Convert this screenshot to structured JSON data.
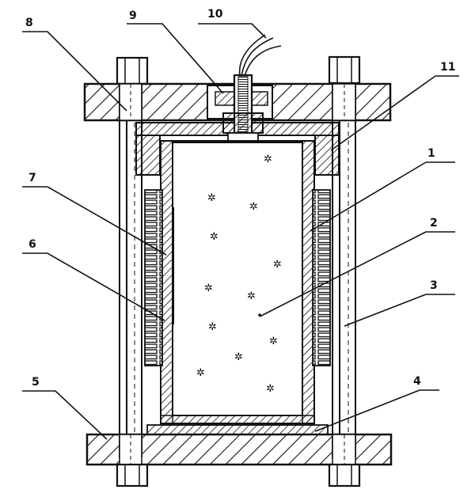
{
  "diagram": {
    "colors": {
      "ink": "#111111",
      "paper": "#ffffff"
    },
    "callouts": [
      {
        "id": "callout-1",
        "label": "1"
      },
      {
        "id": "callout-2",
        "label": "2"
      },
      {
        "id": "callout-3",
        "label": "3"
      },
      {
        "id": "callout-4",
        "label": "4"
      },
      {
        "id": "callout-5",
        "label": "5"
      },
      {
        "id": "callout-6",
        "label": "6"
      },
      {
        "id": "callout-7",
        "label": "7"
      },
      {
        "id": "callout-8",
        "label": "8"
      },
      {
        "id": "callout-9",
        "label": "9"
      },
      {
        "id": "callout-10",
        "label": "10"
      },
      {
        "id": "callout-11",
        "label": "11"
      }
    ]
  }
}
